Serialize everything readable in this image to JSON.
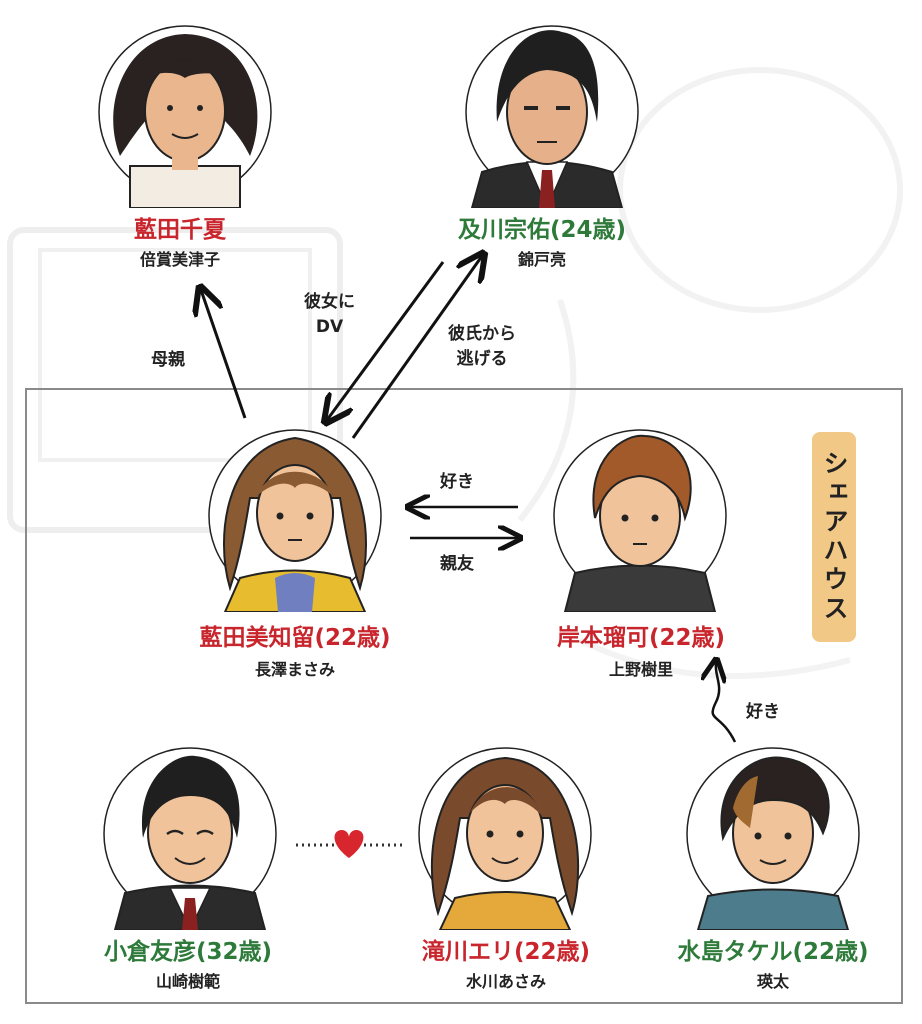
{
  "house_label": "シェアハウス",
  "people": {
    "chinatsu": {
      "name": "藍田千夏",
      "actor": "倍賞美津子"
    },
    "munesuke": {
      "name": "及川宗佑(24歳)",
      "actor": "錦戸亮"
    },
    "michiru": {
      "name": "藍田美知留(22歳)",
      "actor": "長澤まさみ"
    },
    "ruka": {
      "name": "岸本瑠可(22歳)",
      "actor": "上野樹里"
    },
    "tomohiko": {
      "name": "小倉友彦(32歳)",
      "actor": "山崎樹範"
    },
    "eri": {
      "name": "滝川エリ(22歳)",
      "actor": "水川あさみ"
    },
    "takeru": {
      "name": "水島タケル(22歳)",
      "actor": "瑛太"
    }
  },
  "relations": {
    "mother": "母親",
    "dv_line1": "彼女に",
    "dv_line2": "DV",
    "flee_line1": "彼氏から",
    "flee_line2": "逃げる",
    "suki1": "好き",
    "shinyu": "親友",
    "suki2": "好き"
  },
  "colors": {
    "female_name": "#c8262c",
    "male_name": "#2e7a3a",
    "heart": "#d7262e",
    "tag": "#f2c886"
  }
}
